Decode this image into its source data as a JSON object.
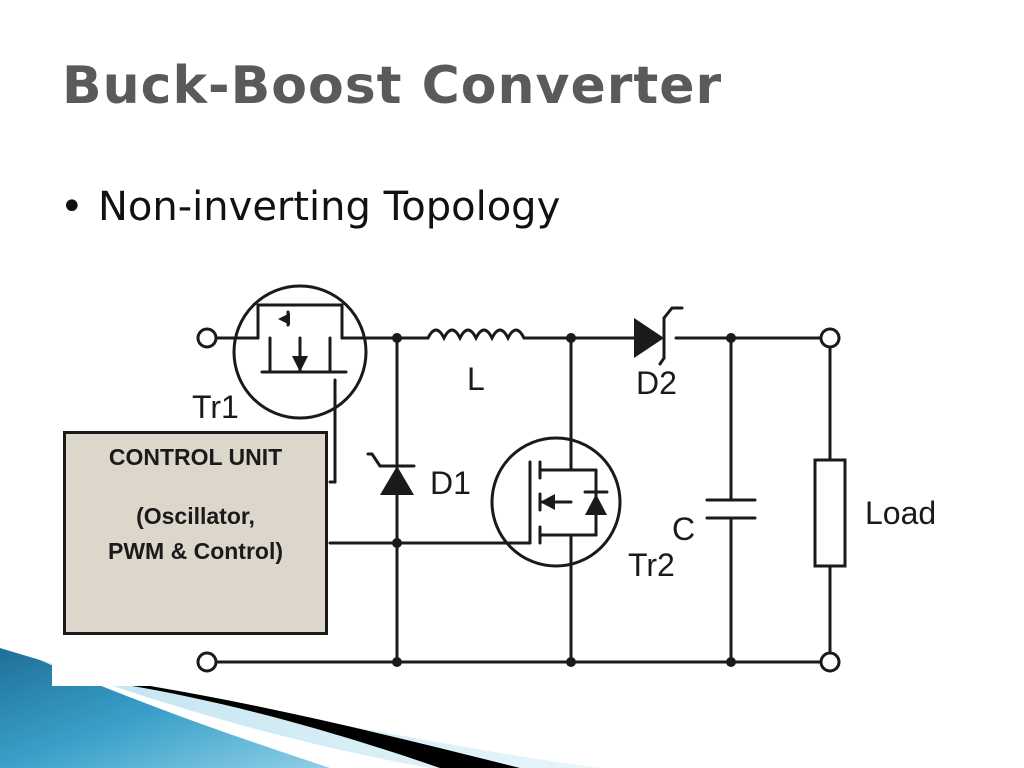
{
  "slide": {
    "title": "Buck-Boost Converter",
    "bullet_symbol": "•",
    "bullet_text": "Non-inverting Topology"
  },
  "circuit": {
    "labels": {
      "tr1": "Tr1",
      "tr2": "Tr2",
      "d1": "D1",
      "d2": "D2",
      "inductor": "L",
      "capacitor": "C",
      "load": "Load"
    },
    "control_unit": {
      "title": "CONTROL UNIT",
      "line1": "(Oscillator,",
      "line2": "PWM & Control)"
    }
  },
  "colors": {
    "title": "#5a5a5a",
    "control_unit_fill": "#ddd6cb",
    "wire": "#1a1a1a",
    "accent_blue": "#2f8fb8"
  }
}
